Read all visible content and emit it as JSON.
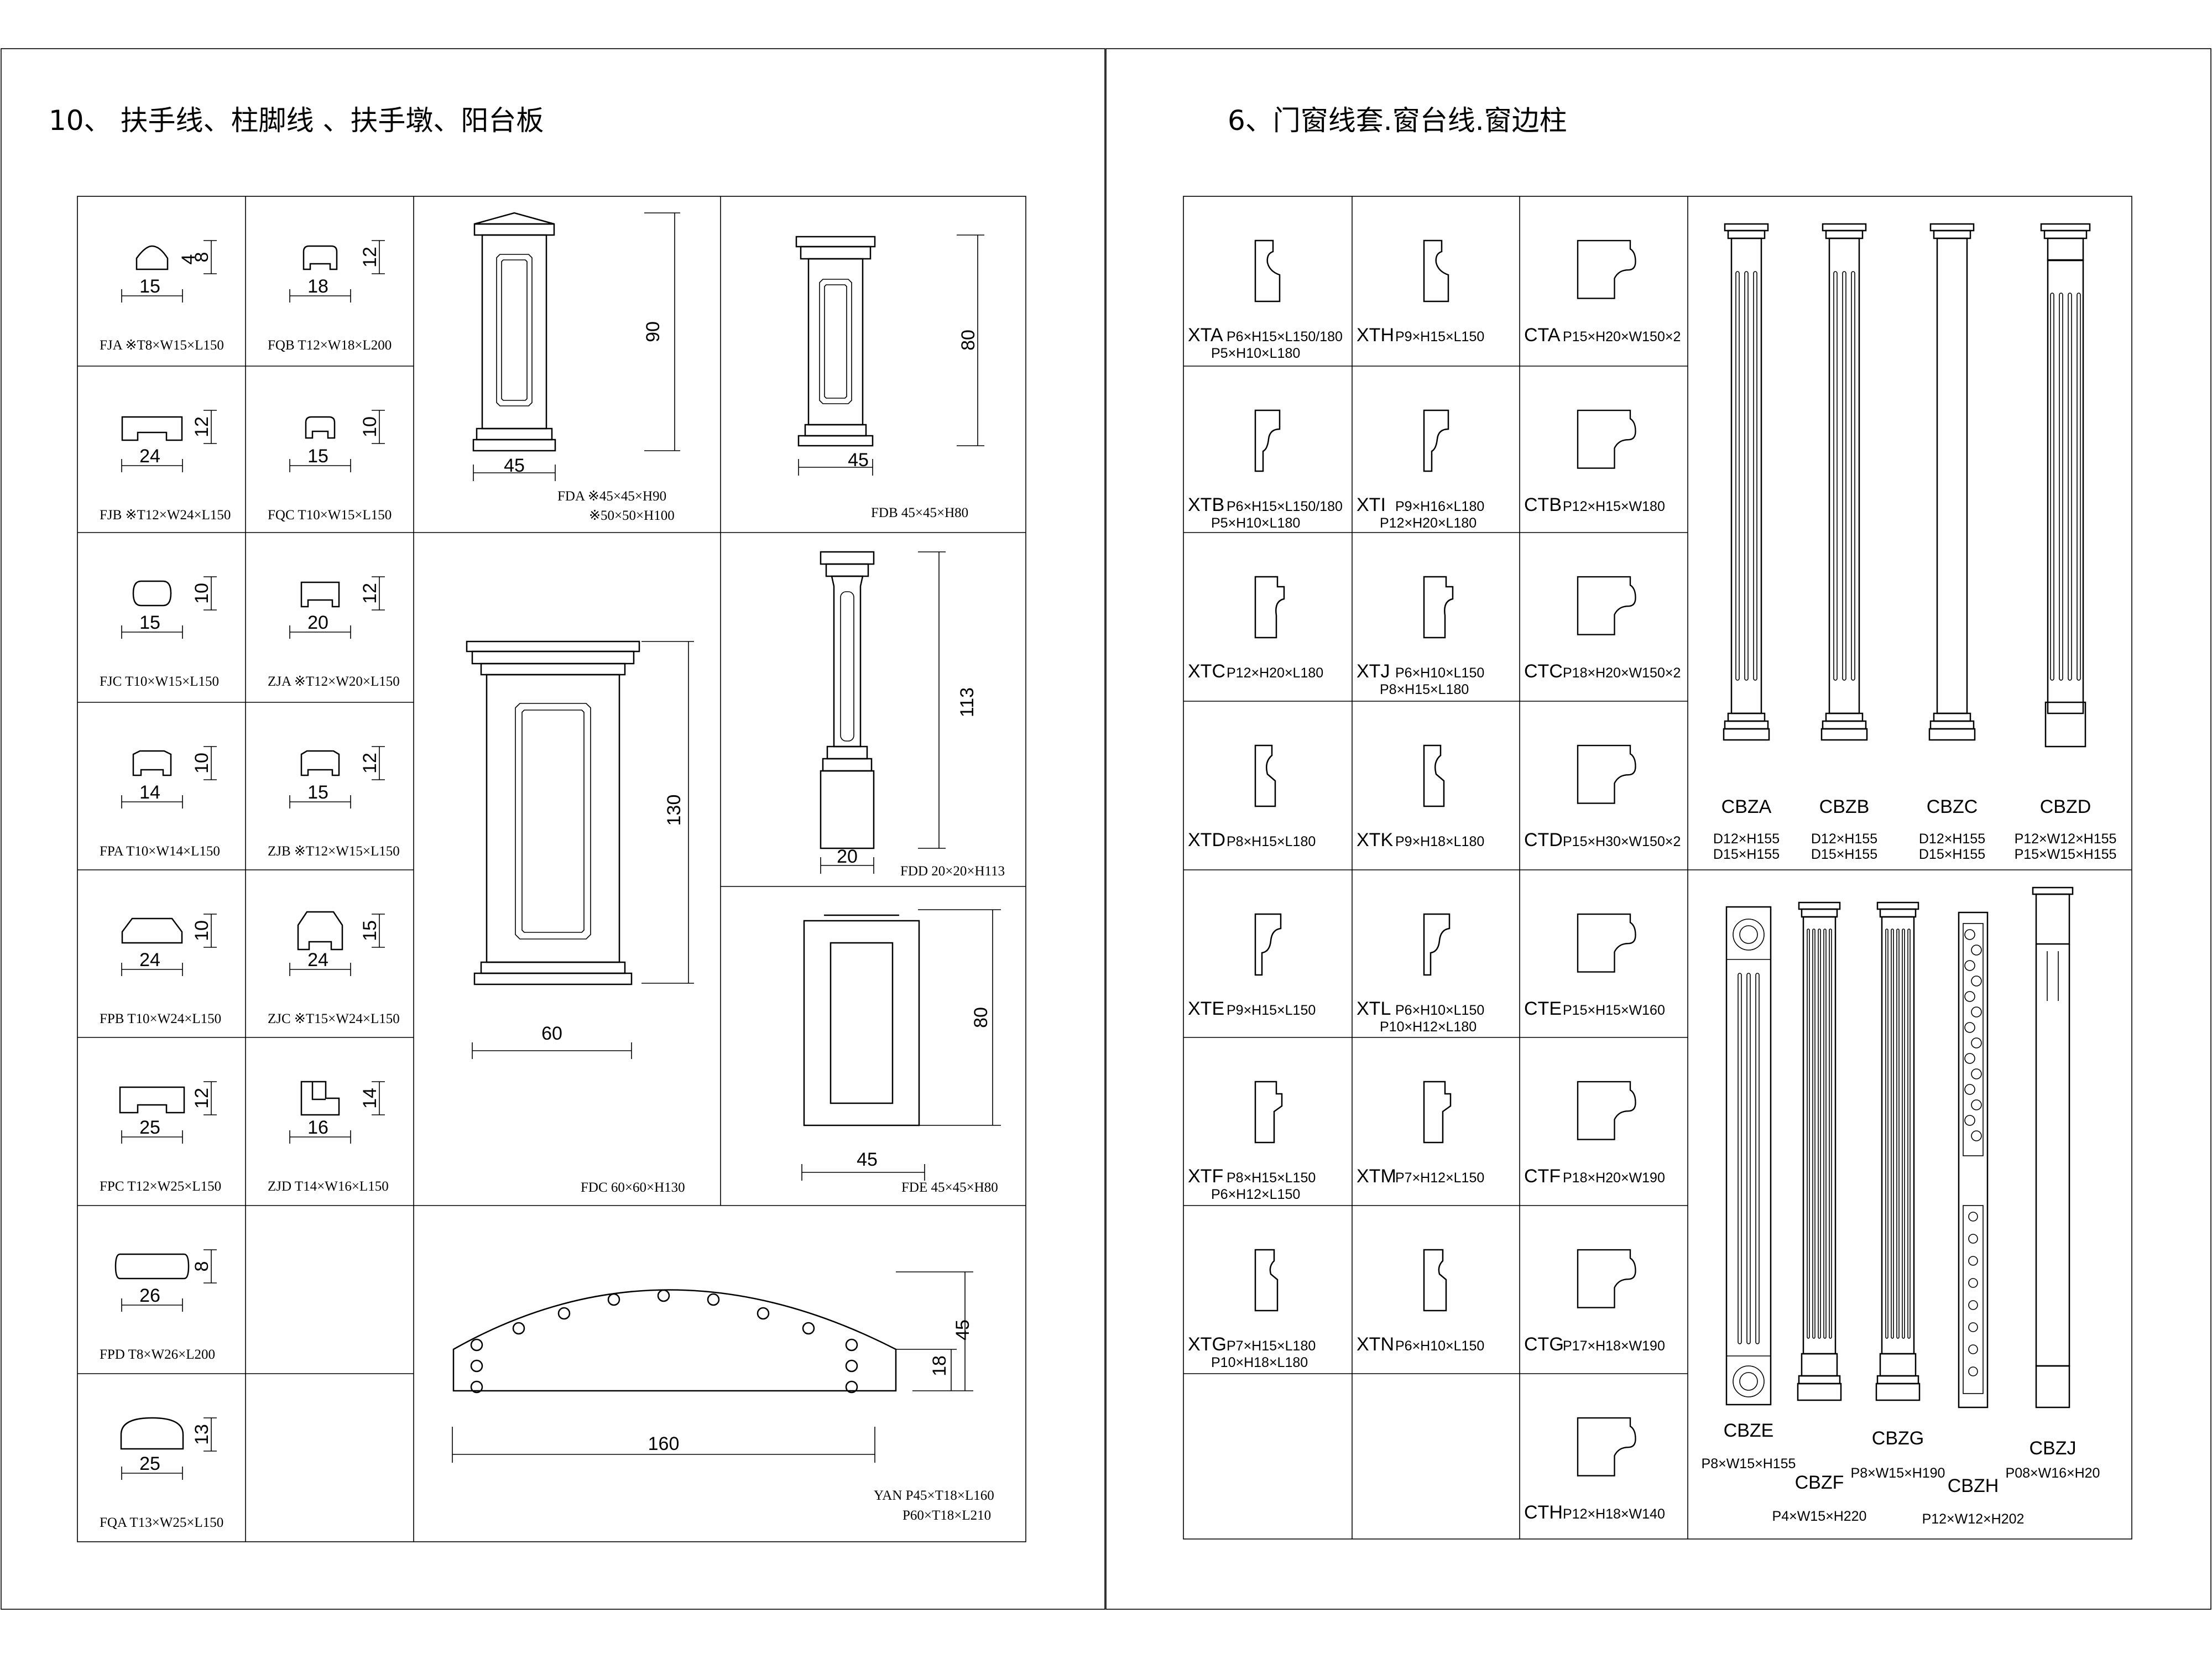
{
  "left_page": {
    "title": "10、 扶手线、柱脚线 、扶手墩、阳台板",
    "small_profiles": [
      {
        "id": "fja",
        "w": "15",
        "h": "8",
        "h2": "4",
        "caption": "FJA ※T8×W15×L150"
      },
      {
        "id": "fqb",
        "w": "18",
        "h": "12",
        "caption": "FQB T12×W18×L200"
      },
      {
        "id": "fjb",
        "w": "24",
        "h": "12",
        "caption": "FJB ※T12×W24×L150"
      },
      {
        "id": "fqc",
        "w": "15",
        "h": "10",
        "caption": "FQC T10×W15×L150"
      },
      {
        "id": "fjc",
        "w": "15",
        "h": "10",
        "caption": "FJC  T10×W15×L150"
      },
      {
        "id": "zja",
        "w": "20",
        "h": "12",
        "caption": "ZJA ※T12×W20×L150"
      },
      {
        "id": "fpa",
        "w": "14",
        "h": "10",
        "caption": "FPA T10×W14×L150"
      },
      {
        "id": "zjb",
        "w": "15",
        "h": "12",
        "caption": "ZJB ※T12×W15×L150"
      },
      {
        "id": "fpb",
        "w": "24",
        "h": "10",
        "caption": "FPB T10×W24×L150"
      },
      {
        "id": "zjc",
        "w": "24",
        "h": "15",
        "caption": "ZJC ※T15×W24×L150"
      },
      {
        "id": "fpc",
        "w": "25",
        "h": "12",
        "caption": "FPC  T12×W25×L150"
      },
      {
        "id": "zjd",
        "w": "16",
        "h": "14",
        "caption": "ZJD T14×W16×L150"
      },
      {
        "id": "fpd",
        "w": "26",
        "h": "8",
        "caption": "FPD  T8×W26×L200"
      },
      {
        "id": "fqa",
        "w": "25",
        "h": "13",
        "caption": "FQA  T13×W25×L150"
      }
    ],
    "fda": {
      "w": "45",
      "h": "90",
      "caption1": "FDA ※45×45×H90",
      "caption2": "※50×50×H100"
    },
    "fdb": {
      "w": "45",
      "h": "80",
      "caption": "FDB  45×45×H80"
    },
    "fdc": {
      "w": "60",
      "h": "130",
      "caption": "FDC 60×60×H130"
    },
    "fdd": {
      "w": "20",
      "h": "113",
      "caption": "FDD 20×20×H113"
    },
    "fde": {
      "w": "45",
      "h": "80",
      "caption": "FDE 45×45×H80"
    },
    "yan": {
      "w": "160",
      "h1": "45",
      "h2": "18",
      "caption1": "YAN P45×T18×L160",
      "caption2": "P60×T18×L210"
    }
  },
  "right_page": {
    "title": "6、门窗线套.窗台线.窗边柱",
    "profiles": [
      {
        "code": "XTA",
        "spec": "P6×H15×L150/180",
        "spec2": "P5×H10×L180"
      },
      {
        "code": "XTH",
        "spec": "P9×H15×L150",
        "spec2": ""
      },
      {
        "code": "CTA",
        "spec": "P15×H20×W150×2",
        "spec2": ""
      },
      {
        "code": "XTB",
        "spec": "P6×H15×L150/180",
        "spec2": "P5×H10×L180"
      },
      {
        "code": "XTI",
        "spec": "P9×H16×L180",
        "spec2": "P12×H20×L180"
      },
      {
        "code": "CTB",
        "spec": "P12×H15×W180",
        "spec2": ""
      },
      {
        "code": "XTC",
        "spec": "P12×H20×L180",
        "spec2": ""
      },
      {
        "code": "XTJ",
        "spec": "P6×H10×L150",
        "spec2": "P8×H15×L180"
      },
      {
        "code": "CTC",
        "spec": "P18×H20×W150×2",
        "spec2": ""
      },
      {
        "code": "XTD",
        "spec": "P8×H15×L180",
        "spec2": ""
      },
      {
        "code": "XTK",
        "spec": "P9×H18×L180",
        "spec2": ""
      },
      {
        "code": "CTD",
        "spec": "P15×H30×W150×2",
        "spec2": ""
      },
      {
        "code": "XTE",
        "spec": "P9×H15×L150",
        "spec2": ""
      },
      {
        "code": "XTL",
        "spec": "P6×H10×L150",
        "spec2": "P10×H12×L180"
      },
      {
        "code": "CTE",
        "spec": "P15×H15×W160",
        "spec2": ""
      },
      {
        "code": "XTF",
        "spec": "P8×H15×L150",
        "spec2": "P6×H12×L150"
      },
      {
        "code": "XTM",
        "spec": "P7×H12×L150",
        "spec2": ""
      },
      {
        "code": "CTF",
        "spec": "P18×H20×W190",
        "spec2": ""
      },
      {
        "code": "XTG",
        "spec": "P7×H15×L180",
        "spec2": "P10×H18×L180"
      },
      {
        "code": "XTN",
        "spec": "P6×H10×L150",
        "spec2": ""
      },
      {
        "code": "CTG",
        "spec": "P17×H18×W190",
        "spec2": ""
      },
      {
        "code": "CTH",
        "spec": "P12×H18×W140",
        "spec2": ""
      }
    ],
    "columns_top": [
      {
        "code": "CBZA",
        "spec1": "D12×H155",
        "spec2": "D15×H155"
      },
      {
        "code": "CBZB",
        "spec1": "D12×H155",
        "spec2": "D15×H155"
      },
      {
        "code": "CBZC",
        "spec1": "D12×H155",
        "spec2": "D15×H155"
      },
      {
        "code": "CBZD",
        "spec1": "P12×W12×H155",
        "spec2": "P15×W15×H155"
      }
    ],
    "columns_bottom": [
      {
        "code": "CBZE",
        "spec": "P8×W15×H155"
      },
      {
        "code": "CBZF",
        "spec": "P4×W15×H220"
      },
      {
        "code": "CBZG",
        "spec": "P8×W15×H190"
      },
      {
        "code": "CBZH",
        "spec": "P12×W12×H202"
      },
      {
        "code": "CBZJ",
        "spec": "P08×W16×H20"
      }
    ]
  }
}
